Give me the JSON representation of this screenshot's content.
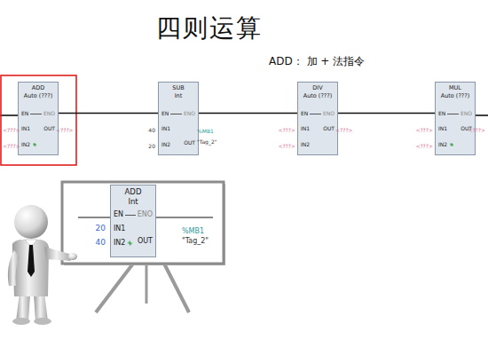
{
  "diagram": {
    "title": "四则运算",
    "nodes": [
      {
        "text": [
          "ADD",
          "Auto (???)",
          "EN",
          "ENO",
          "IN1",
          "IN2",
          "OUT"
        ]
      },
      {
        "text": [
          "SUB",
          "Int",
          "EN",
          "ENO",
          "IN1",
          "IN2",
          "OUT"
        ]
      },
      {
        "text": [
          "DIV",
          "Auto (???)",
          "EN",
          "ENO",
          "IN1",
          "IN2",
          "OUT"
        ]
      },
      {
        "text": [
          "MUL",
          "Auto (???)",
          "EN",
          "ENO",
          "IN1",
          "IN2",
          "OUT"
        ]
      },
      {
        "text": [
          "ADD",
          "Int",
          "EN",
          "ENO",
          "IN1",
          "IN2",
          "OUT"
        ]
      }
    ],
    "edges": [
      {
        "from": 0,
        "to": 1,
        "arrow": "none"
      },
      {
        "from": 1,
        "to": 2,
        "arrow": "none"
      },
      {
        "from": 2,
        "to": 3,
        "arrow": "none"
      }
    ],
    "labels": [
      "ADD： 加 + 法指令",
      "<???>",
      "<???>",
      "<???>",
      "40",
      "20",
      "%MB1",
      "\"Tag_2\"",
      "<???>",
      "<???>",
      "<???>",
      "<???>",
      "<???>",
      "<???>",
      "20",
      "40",
      "%MB1",
      "\"Tag_2\""
    ]
  }
}
